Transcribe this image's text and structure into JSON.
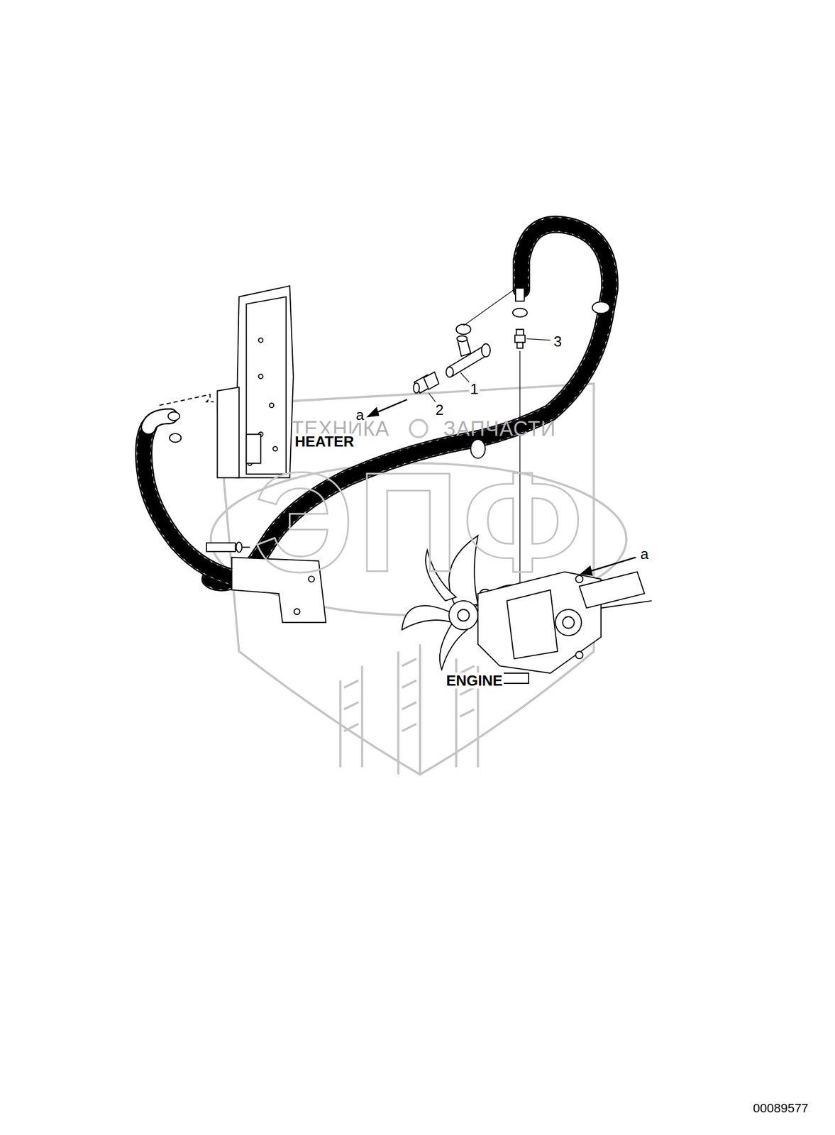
{
  "diagram": {
    "labels": [
      "1",
      "2",
      "3",
      "a",
      "a",
      "HEATER",
      "ENGINE",
      "ТЕХНИКА",
      "ЗАПЧАСТИ",
      "ЭПФ",
      "00089577"
    ]
  }
}
